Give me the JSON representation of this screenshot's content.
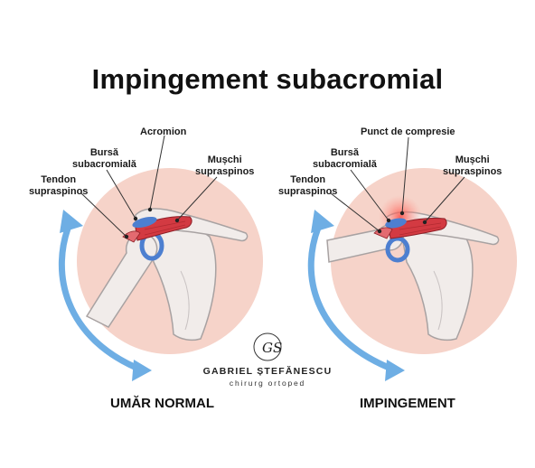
{
  "title": "Impingement subacromial",
  "left": {
    "caption": "UMĂR NORMAL",
    "labels": {
      "acromion": "Acromion",
      "bursa": "Bursă\nsubacromială",
      "muschi": "Mușchi\nsupraspinos",
      "tendon": "Tendon\nsupraspinos"
    }
  },
  "right": {
    "caption": "IMPINGEMENT",
    "labels": {
      "punct": "Punct de compresie",
      "bursa": "Bursă\nsubacromială",
      "muschi": "Mușchi\nsupraspinos",
      "tendon": "Tendon\nsupraspinos"
    }
  },
  "logo": {
    "monogram": "GS",
    "name": "GABRIEL ȘTEFĂNESCU",
    "subtitle": "chirurg ortoped"
  },
  "colors": {
    "circle": "#f6d3c9",
    "bone": "#f1ecea",
    "bone_outline": "#a8a2a2",
    "muscle": "#d33a42",
    "bursa": "#4d7fd0",
    "arrow": "#6eaee4",
    "compression": "#ff5a50"
  }
}
